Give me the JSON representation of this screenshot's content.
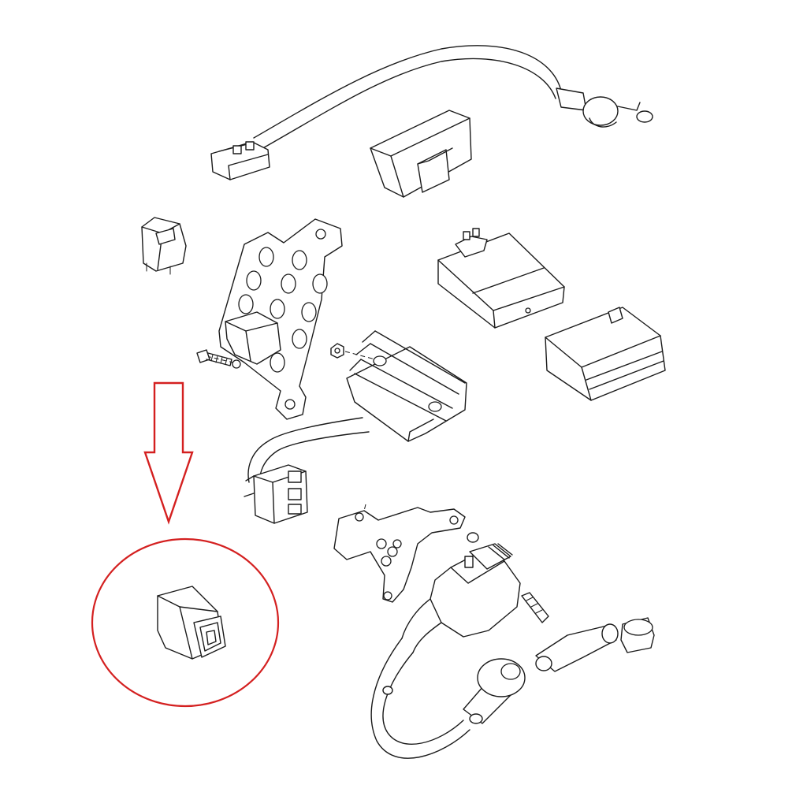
{
  "diagram": {
    "kind": "exploded-parts-drawing",
    "highlight": {
      "arrow_color": "#d42020",
      "circle_color": "#d42020",
      "highlighted_part": "relay-connector"
    },
    "parts": [
      "battery-lead-wire",
      "cdi-unit",
      "relay",
      "mounting-bracket",
      "ecu-module",
      "fuse-box-cover",
      "bolt",
      "nut",
      "regulator-rectifier",
      "regulator-coupler",
      "coil-bracket",
      "ignition-coil",
      "coil-bolt",
      "spark-plug-cap",
      "plug-boot",
      "relay-connector"
    ]
  }
}
